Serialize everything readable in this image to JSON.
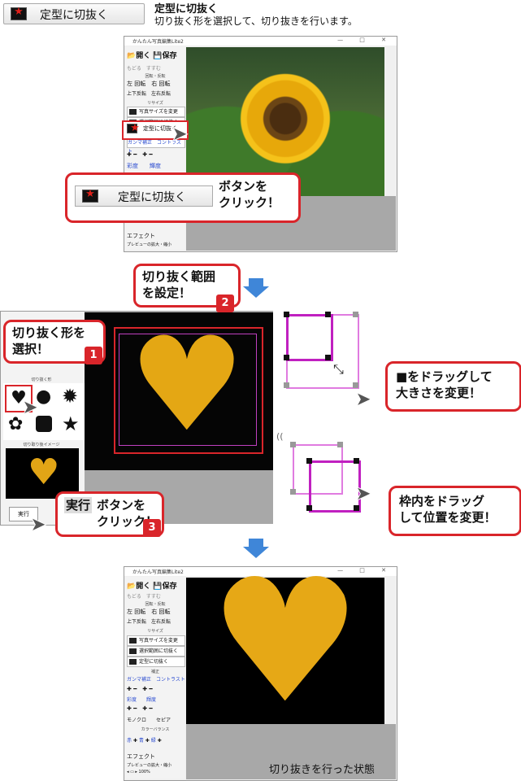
{
  "header": {
    "button_label": "定型に切抜く",
    "title": "定型に切抜く",
    "description": "切り抜く形を選択して、切り抜きを行います。"
  },
  "app": {
    "title": "かんたん写真編集Lite2",
    "open_label": "開く",
    "save_label": "保存",
    "back_label": "もどる",
    "forward_label": "すすむ",
    "rotate_section": "回転・反転",
    "rotate_left": "左 回転",
    "rotate_right": "右 回転",
    "flip_vertical": "上下反転",
    "flip_horizontal": "左右反転",
    "resize_section": "リサイズ",
    "change_size": "写真サイズを変更",
    "crop_selection": "選択範囲に切抜く",
    "crop_shape": "定型に切抜く",
    "tone_section": "補正",
    "gamma": "ガンマ補正",
    "contrast": "コントラスト",
    "saturation": "彩度",
    "brightness": "輝度",
    "mono": "モノクロ",
    "sepia": "セピア",
    "balance_section": "カラーバランス",
    "red": "赤",
    "blue": "青",
    "green": "緑",
    "effect": "エフェクト",
    "preview_zoom": "プレビューの拡大・縮小",
    "zoom_value": "100%"
  },
  "callouts": {
    "step1_button_label": "定型に切抜く",
    "step1_text": "ボタンを\nクリック！",
    "range_text": "切り抜く範囲\nを設定！",
    "range_badge": "2",
    "shape_text": "切り抜く形を\n選択！",
    "shape_badge": "1",
    "exec_word": "実行",
    "exec_text": "ボタンを\nクリック！",
    "exec_badge": "3",
    "drag_handle_text": "■をドラッグして\n大きさを変更！",
    "drag_frame_text": "枠内をドラッグ\nして位置を変更！"
  },
  "middle": {
    "shape_section": "切り抜く形",
    "preview_section": "切り取り後イメージ",
    "execute_label": "実行"
  },
  "result_caption": "切り抜きを行った状態"
}
